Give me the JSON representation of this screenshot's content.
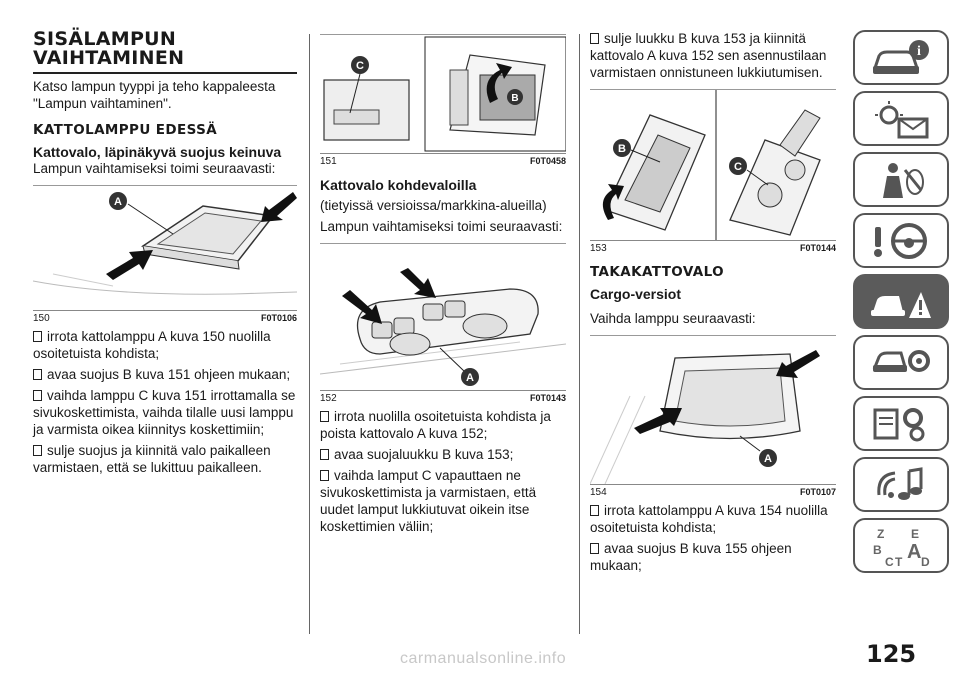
{
  "col1": {
    "title": "SISÄLAMPUN VAIHTAMINEN",
    "intro": "Katso lampun tyyppi ja teho kappaleesta \"Lampun vaihtaminen\".",
    "subtitle": "KATTOLAMPPU EDESSÄ",
    "heading": "Kattovalo, läpinäkyvä suojus keinuva",
    "lead": "Lampun vaihtamiseksi toimi seuraavasti:",
    "fig": {
      "num": "150",
      "code": "F0T0106",
      "label_a": "A"
    },
    "bullets": [
      "irrota kattolamppu A kuva 150 nuolilla osoitetuista kohdista;",
      "avaa suojus B kuva 151 ohjeen mukaan;",
      "vaihda lamppu C kuva 151 irrottamalla se sivukoskettimista, vaihda tilalle uusi lamppu ja varmista oikea kiinnitys koskettimiin;",
      "sulje suojus ja kiinnitä valo paikalleen varmistaen, että se lukittuu paikalleen."
    ]
  },
  "col2": {
    "fig1": {
      "num": "151",
      "code": "F0T0458",
      "label_c": "C",
      "label_b": "B"
    },
    "heading": "Kattovalo kohdevaloilla",
    "note": "(tietyissä versioissa/markkina-alueilla)",
    "lead": "Lampun vaihtamiseksi toimi seuraavasti:",
    "fig2": {
      "num": "152",
      "code": "F0T0143",
      "label_a": "A"
    },
    "bullets": [
      "irrota nuolilla osoitetuista kohdista ja poista kattovalo A kuva 152;",
      "avaa suojaluukku B kuva 153;",
      "vaihda lamput C vapauttaen ne sivukoskettimista ja varmistaen, että uudet lamput lukkiutuvat oikein itse koskettimien väliin;"
    ]
  },
  "col3": {
    "bullet_top": "sulje luukku B kuva 153 ja kiinnitä kattovalo A kuva 152 sen asennustilaan varmistaen onnistuneen lukkiutumisen.",
    "fig1": {
      "num": "153",
      "code": "F0T0144",
      "label_b": "B",
      "label_c": "C"
    },
    "subtitle": "TAKAKATTOVALO",
    "heading": "Cargo-versiot",
    "lead": "Vaihda lamppu seuraavasti:",
    "fig2": {
      "num": "154",
      "code": "F0T0107",
      "label_a": "A"
    },
    "bullets": [
      "irrota kattolamppu A kuva 154 nuolilla osoitetuista kohdista;",
      "avaa suojus B kuva 155 ohjeen mukaan;"
    ]
  },
  "sidebar": {
    "tabs": [
      "car-info-icon",
      "warning-lights-icon",
      "safety-icon",
      "steering-wheel-icon",
      "emergency-icon",
      "maintenance-icon",
      "technical-data-icon",
      "multimedia-icon",
      "index-icon"
    ],
    "active_index": 4,
    "index_letters": [
      "Z",
      "E",
      "B",
      "A",
      "C",
      "T",
      "D"
    ]
  },
  "page_number": "125",
  "watermark": "carmanualsonline.info"
}
